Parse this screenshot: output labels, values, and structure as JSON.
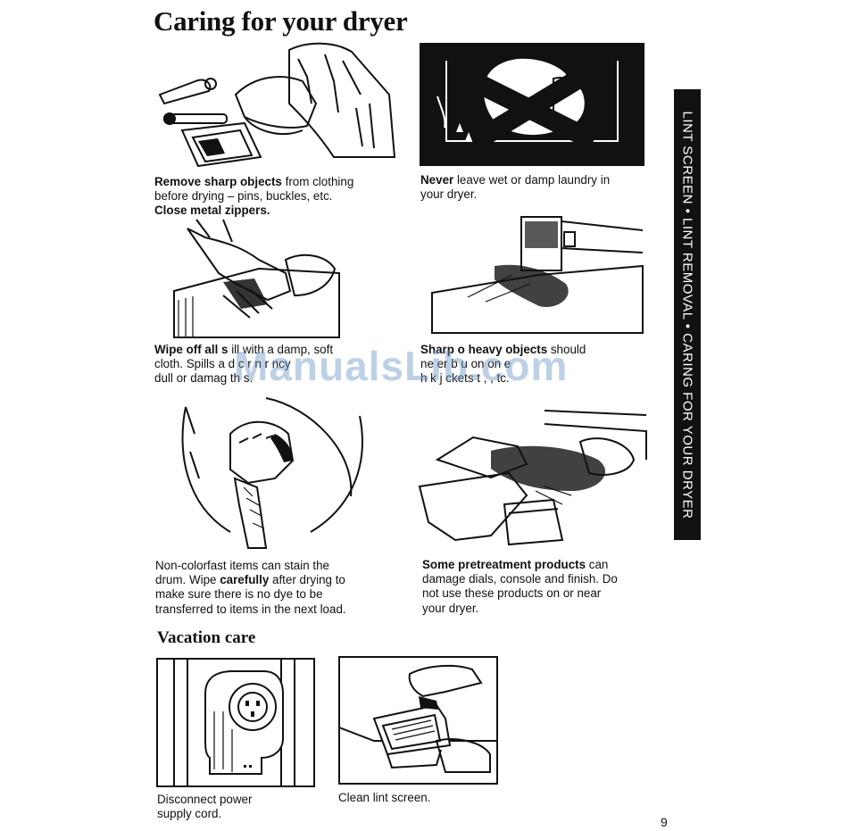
{
  "page": {
    "title": "Caring for your dryer",
    "side_tab": "LINT SCREEN • LINT REMOVAL • CARING FOR YOUR DRYER",
    "watermark": "ManualsLib.com",
    "page_number": "9"
  },
  "tips": [
    {
      "bold": "Remove sharp objects",
      "text": " from clothing",
      "line2": "before drying – pins, buckles, etc.",
      "line3": "Close metal zippers."
    },
    {
      "bold": "Never",
      "text": " leave wet or damp laundry in",
      "line2": "your dryer."
    },
    {
      "bold": "Wipe off all s",
      "text": " ill  with a damp, soft",
      "line2": "cloth. Spills a    d c  r   n    r   ncy",
      "line3": "dull or damag   th   s."
    },
    {
      "bold": "Sharp o  heavy objects",
      "text": " should",
      "line2": "ne er b   u  on   on         e",
      "line3": "h  k  j  ckets       t    ,  ,  tc."
    },
    {
      "line1": "Non-colorfast items can stain the",
      "pre": "drum. Wipe ",
      "bold": "carefully",
      "text": " after drying to",
      "line3": "make sure there is no dye to be",
      "line4": "transferred to items in the next load."
    },
    {
      "bold": "Some pretreatment products",
      "text": " can",
      "line2": "damage dials, console and finish. Do",
      "line3": "not use these products on or near",
      "line4": "your dryer."
    }
  ],
  "vacation": {
    "heading": "Vacation care",
    "items": [
      {
        "line1": "Disconnect power",
        "line2": "supply cord."
      },
      {
        "line1": "Clean lint screen."
      }
    ]
  }
}
